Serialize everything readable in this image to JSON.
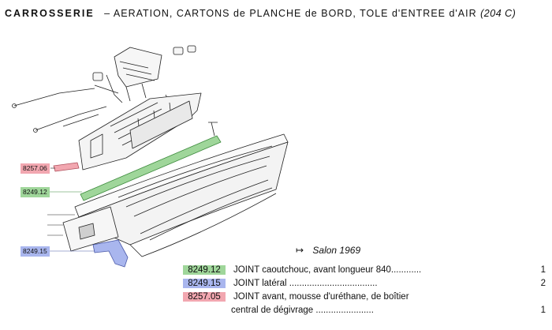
{
  "header": {
    "title": "CARROSSERIE",
    "subtitle": "– AERATION, CARTONS de PLANCHE de BORD, TOLE d'ENTREE d'AIR",
    "model": "(204 C)"
  },
  "callouts": [
    {
      "ref": "8257.06",
      "color": "#f2a7b0"
    },
    {
      "ref": "8249.12",
      "color": "#9fd69a"
    },
    {
      "ref": "8249.15",
      "color": "#a9b6ee"
    }
  ],
  "salon": {
    "arrow": "↦",
    "label": "Salon 1969"
  },
  "legend": [
    {
      "ref": "8249.12",
      "color": "#9fd69a",
      "desc": "JOINT caoutchouc, avant longueur 840............",
      "qty": "1"
    },
    {
      "ref": "8249.15",
      "color": "#a9b6ee",
      "desc": "JOINT latéral ...................................",
      "qty": "2"
    },
    {
      "ref": "8257.05",
      "color": "#f2a7b0",
      "desc": "JOINT avant, mousse d'uréthane, de boîtier",
      "qty": "",
      "cont": "central de dégivrage .......................",
      "cont_qty": "1"
    }
  ],
  "colors": {
    "green": "#9fd69a",
    "blue": "#a9b6ee",
    "pink": "#f2a7b0",
    "ink": "#222222"
  }
}
